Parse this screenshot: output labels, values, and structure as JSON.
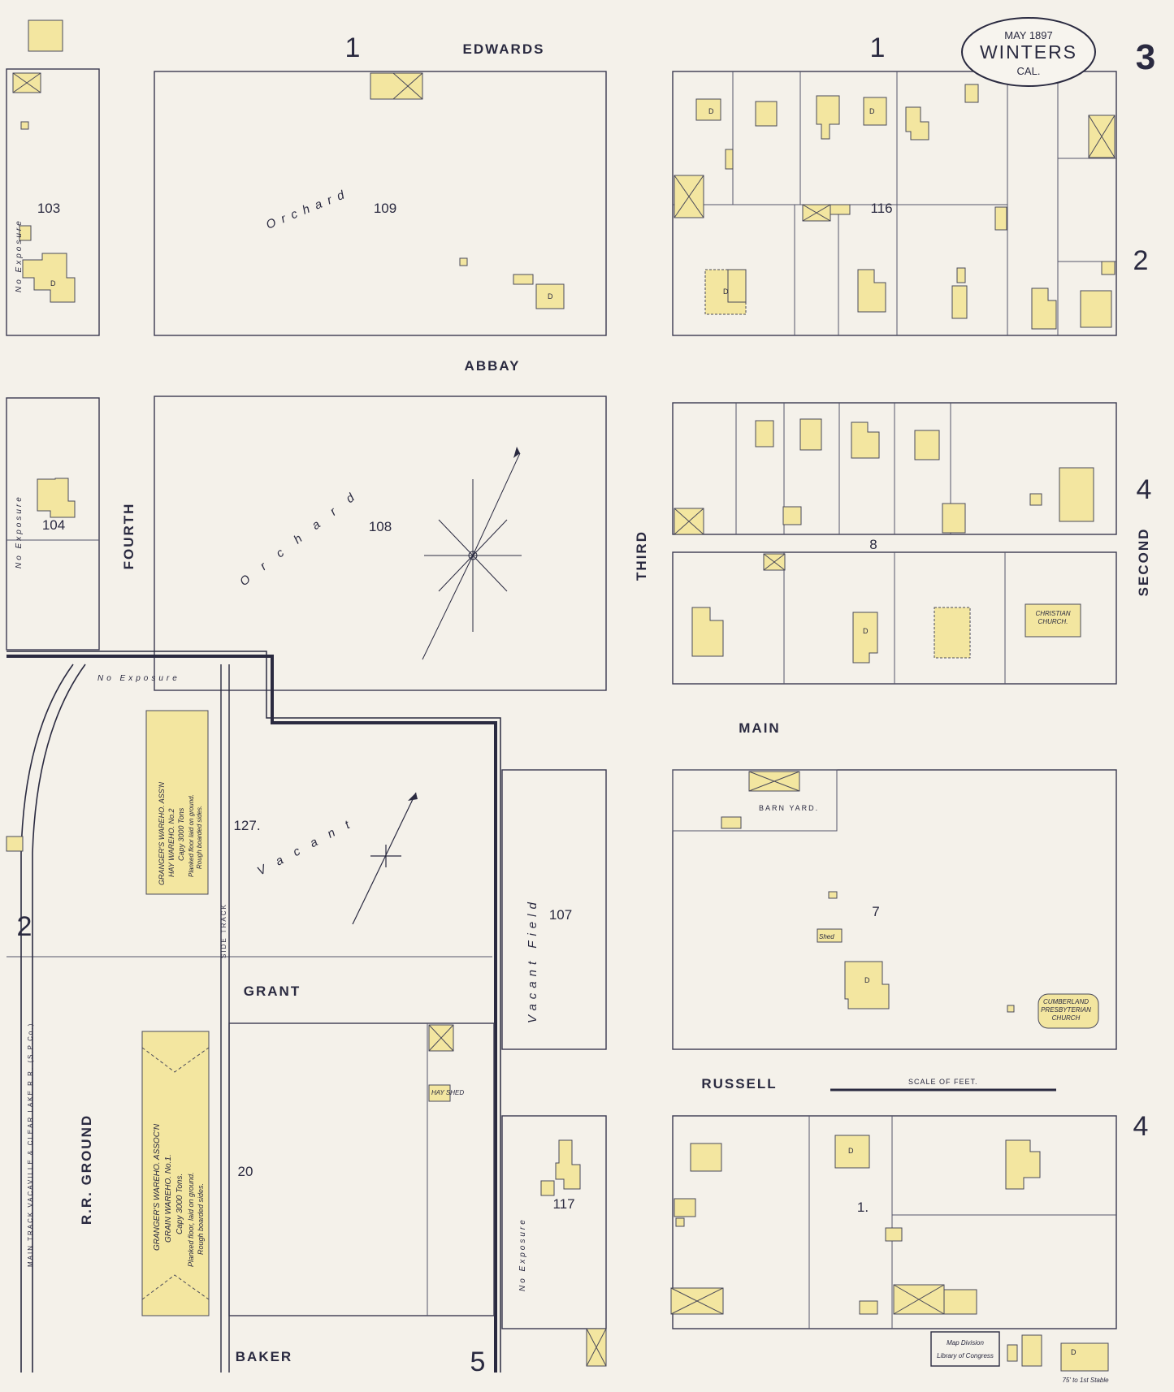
{
  "header": {
    "date": "MAY 1897",
    "town": "WINTERS",
    "state": "CAL.",
    "sheet_number": "3"
  },
  "streets": {
    "edwards": "EDWARDS",
    "abbay": "ABBAY",
    "main": "MAIN",
    "russell": "RUSSELL",
    "grant": "GRANT",
    "baker": "BAKER",
    "fourth": "FOURTH",
    "third": "THIRD",
    "second": "SECOND"
  },
  "blocks": {
    "b103": "103",
    "b104": "104",
    "b109": "109",
    "b108": "108",
    "b116": "116",
    "b8": "8",
    "b7": "7",
    "b107": "107",
    "b117": "117",
    "b127": "127.",
    "b20": "20",
    "b1": "1."
  },
  "adjacent_sheets": {
    "top_left": "1",
    "top_right": "1",
    "right_top": "2",
    "right_mid": "4",
    "right_bottom": "4",
    "left": "2",
    "bottom": "5"
  },
  "labels": {
    "orchard": "Orchard",
    "vacant": "Vacant",
    "vacant_field": "Vacant Field",
    "no_exposure": "No Exposure",
    "rr_ground": "R.R. GROUND",
    "main_track": "MAIN TRACK VACAVILLE & CLEAR LAKE R.R. (S.P.Co.)",
    "side_track": "SIDE TRACK",
    "barn_yard": "BARN YARD.",
    "scale_of_feet": "SCALE OF FEET.",
    "christian_church_1": "CHRISTIAN",
    "christian_church_2": "CHURCH.",
    "cumberland_1": "CUMBERLAND",
    "cumberland_2": "PRESBYTERIAN",
    "cumberland_3": "CHURCH",
    "warehouse2_1": "GRANGER'S WAREHO. ASS'N",
    "warehouse2_2": "HAY WAREHO. No.2",
    "warehouse2_3": "Capy 3000 Tons",
    "warehouse2_4": "Planked floor laid on ground.",
    "warehouse2_5": "Rough boarded sides.",
    "warehouse1_1": "GRANGER'S WAREHO. ASSOC'N",
    "warehouse1_2": "GRAIN WAREHO. No.1.",
    "warehouse1_3": "Capy 3000 Tons.",
    "warehouse1_4": "Planked floor, laid on ground.",
    "warehouse1_5": "Rough boarded sides.",
    "stamp_1": "Map Division",
    "stamp_2": "Library of Congress",
    "shed": "Shed",
    "hay_shed": "HAY SHED",
    "dwelling": "D",
    "stable_note": "75' to 1st Stable"
  }
}
